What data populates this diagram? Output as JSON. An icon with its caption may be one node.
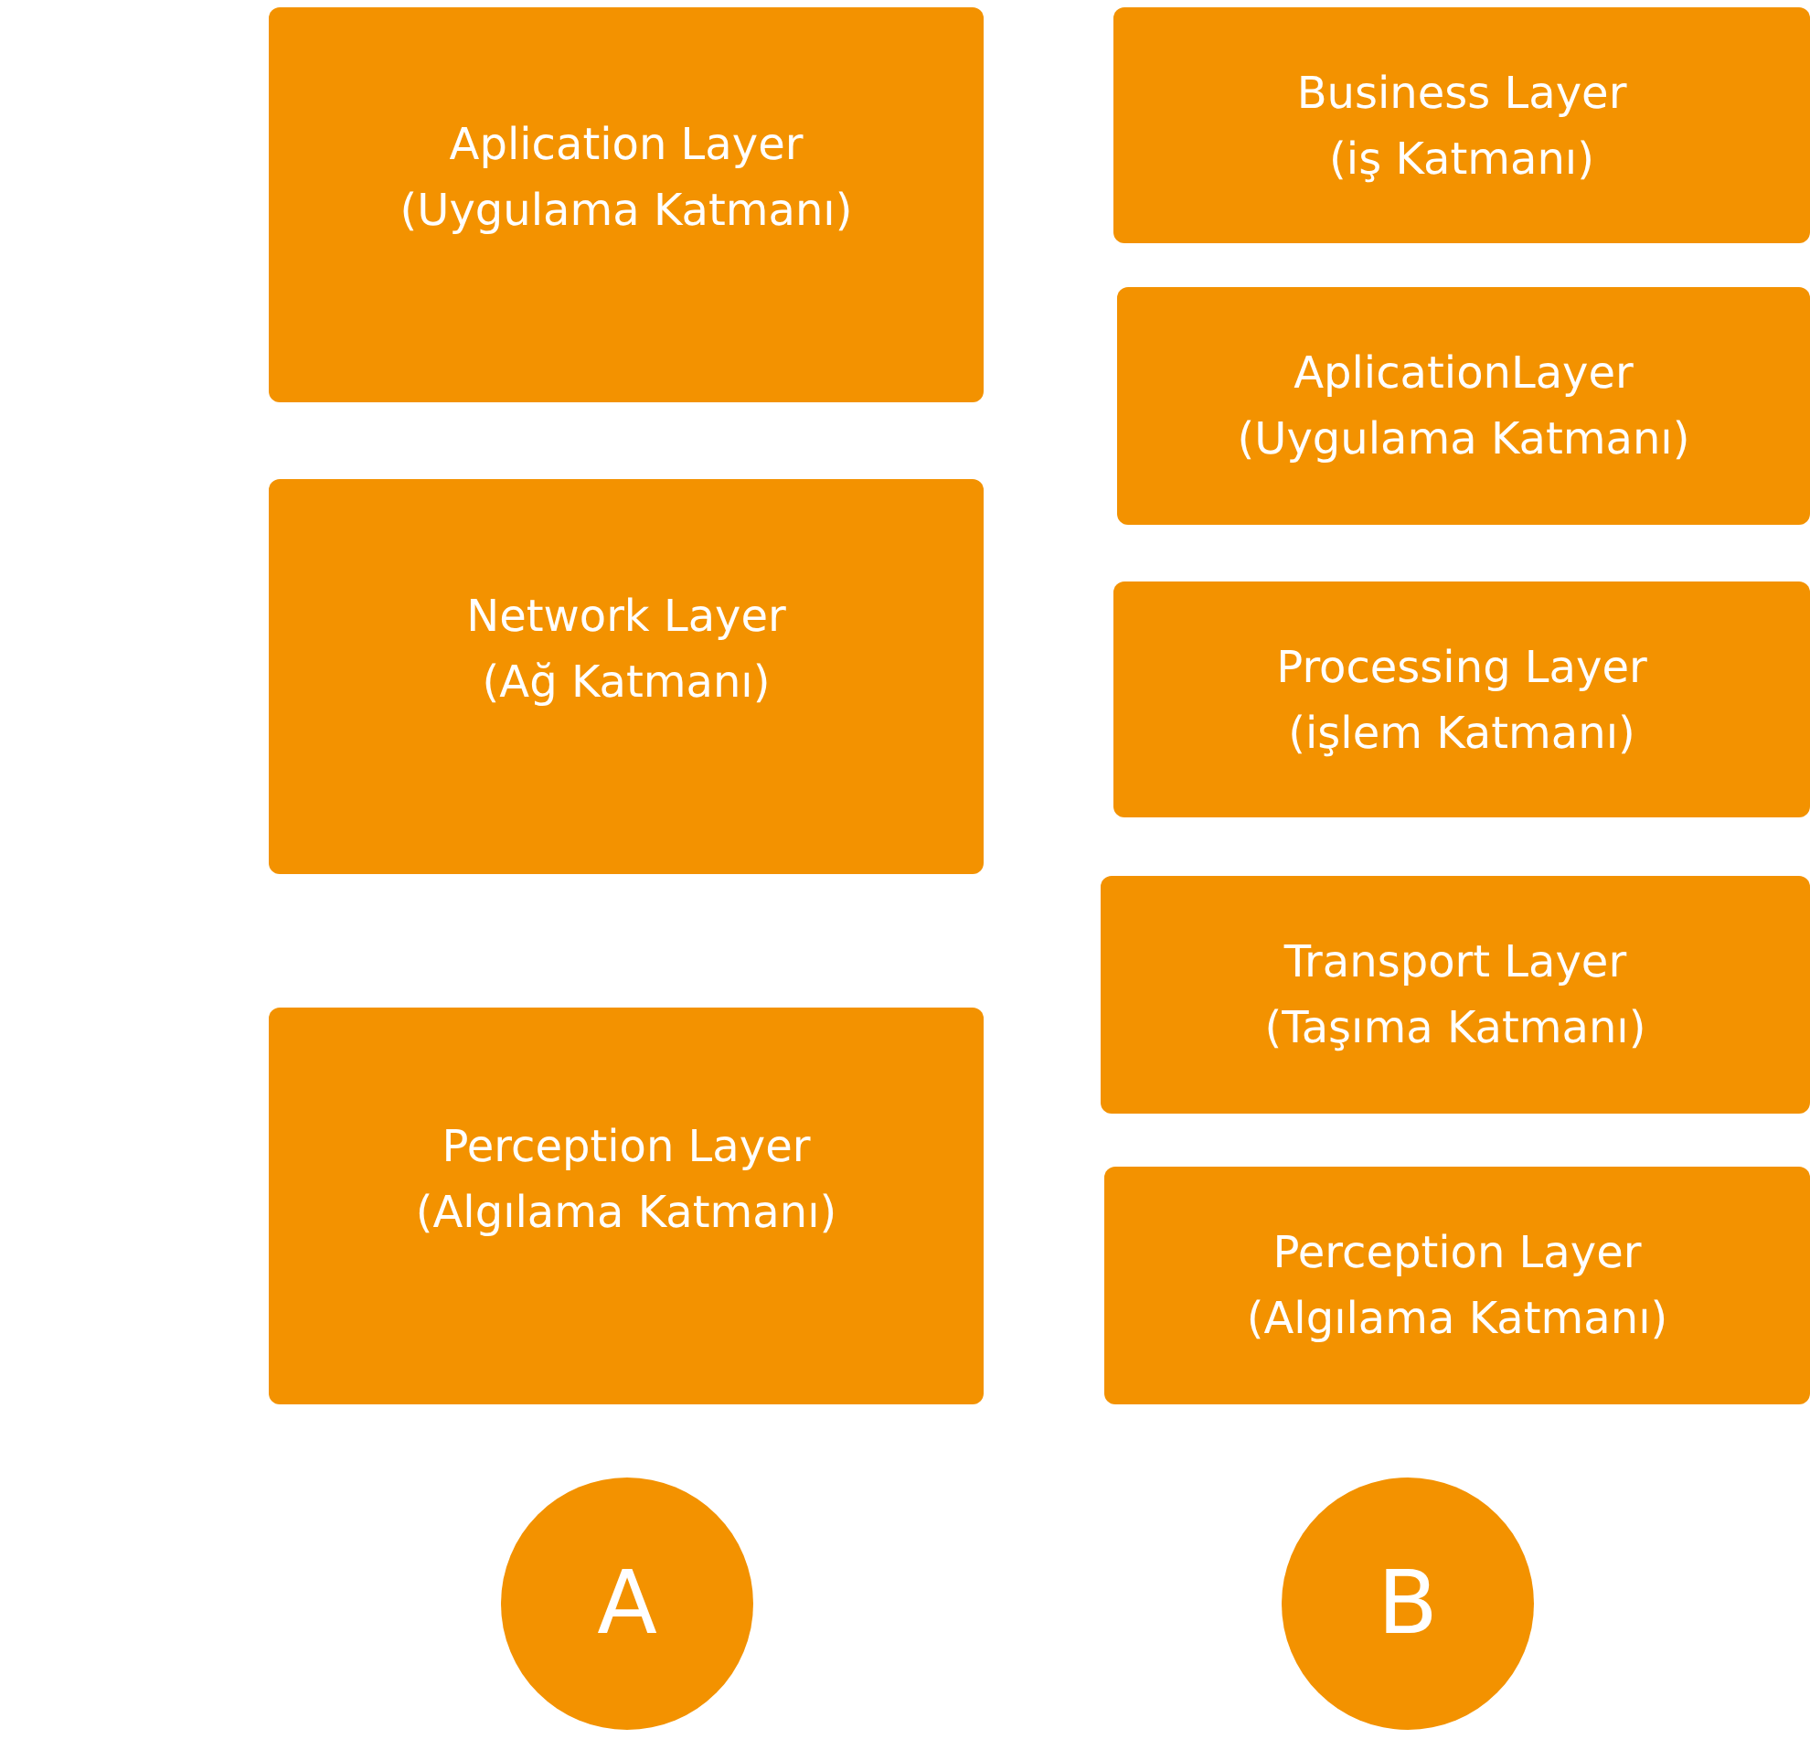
{
  "diagram": {
    "nodes": [
      {
        "text": [
          "Aplication Layer",
          "(Uygulama Katmanı)"
        ]
      },
      {
        "text": [
          "Network Layer",
          "(Ağ Katmanı)"
        ]
      },
      {
        "text": [
          "Perception Layer",
          "(Algılama Katmanı)"
        ]
      },
      {
        "text": [
          "Business Layer",
          "(iş Katmanı)"
        ]
      },
      {
        "text": [
          "AplicationLayer",
          "(Uygulama Katmanı)"
        ]
      },
      {
        "text": [
          "Processing Layer",
          "(işlem Katmanı)"
        ]
      },
      {
        "text": [
          "Transport Layer",
          "(Taşıma Katmanı)"
        ]
      },
      {
        "text": [
          "Perception Layer",
          "(Algılama Katmanı)"
        ]
      },
      {
        "text": [
          "A"
        ]
      },
      {
        "text": [
          "B"
        ]
      }
    ]
  }
}
